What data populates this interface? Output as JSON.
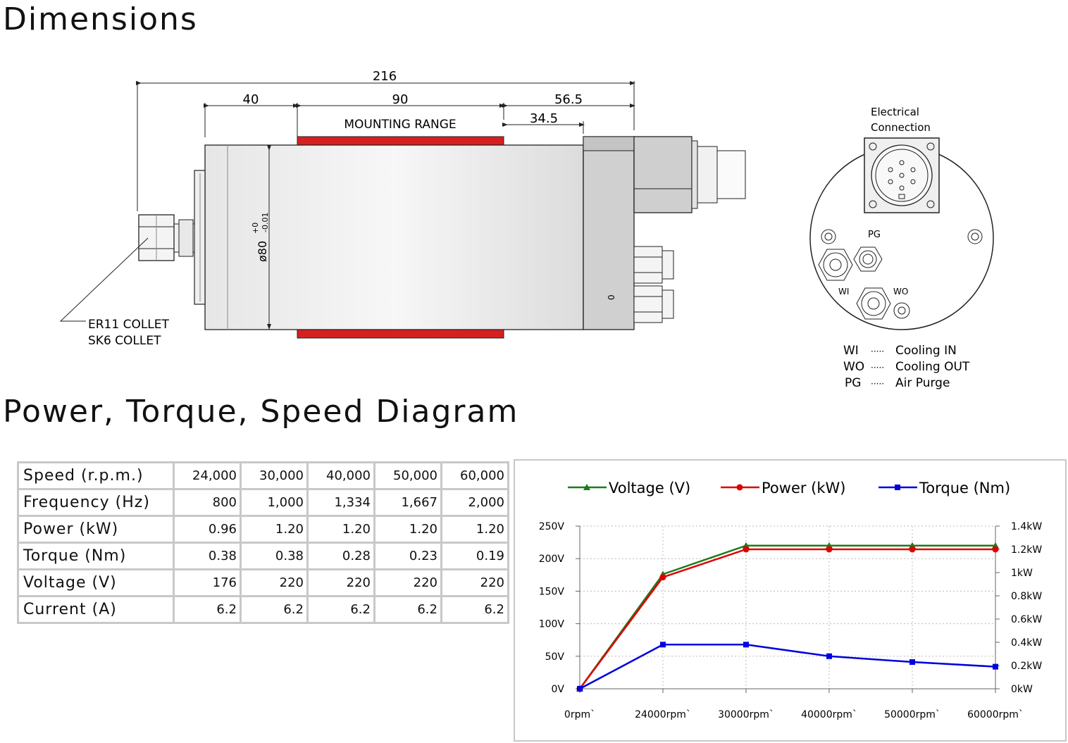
{
  "headings": {
    "dimensions": "Dimensions",
    "power_torque_speed": "Power, Torque, Speed Diagram"
  },
  "drawing": {
    "dim_216": "216",
    "dim_40": "40",
    "dim_90": "90",
    "dim_56_5": "56.5",
    "dim_34_5": "34.5",
    "mounting_range": "MOUNTING RANGE",
    "diameter_main": "ø80",
    "diameter_tol_upper": "+0",
    "diameter_tol_lower": "-0.01",
    "collet_line1": "ER11 COLLET",
    "collet_line2": "SK6 COLLET",
    "side_mark": "0"
  },
  "end_view": {
    "title_line1": "Electrical",
    "title_line2": "Connection",
    "pg": "PG",
    "wi": "WI",
    "wo": "WO",
    "legend": [
      {
        "code": "WI",
        "dots": "·····",
        "desc": "Cooling IN"
      },
      {
        "code": "WO",
        "dots": "·····",
        "desc": "Cooling OUT"
      },
      {
        "code": "PG",
        "dots": "·····",
        "desc": "Air Purge"
      }
    ]
  },
  "table": {
    "rows": [
      {
        "label": "Speed (r.p.m.)",
        "values": [
          "24,000",
          "30,000",
          "40,000",
          "50,000",
          "60,000"
        ]
      },
      {
        "label": "Frequency (Hz)",
        "values": [
          "800",
          "1,000",
          "1,334",
          "1,667",
          "2,000"
        ]
      },
      {
        "label": "Power (kW)",
        "values": [
          "0.96",
          "1.20",
          "1.20",
          "1.20",
          "1.20"
        ]
      },
      {
        "label": "Torque (Nm)",
        "values": [
          "0.38",
          "0.38",
          "0.28",
          "0.23",
          "0.19"
        ]
      },
      {
        "label": "Voltage (V)",
        "values": [
          "176",
          "220",
          "220",
          "220",
          "220"
        ]
      },
      {
        "label": "Current (A)",
        "values": [
          "6.2",
          "6.2",
          "6.2",
          "6.2",
          "6.2"
        ]
      }
    ]
  },
  "chart_data": {
    "type": "line",
    "categories": [
      "0rpm`",
      "24000rpm`",
      "30000rpm`",
      "40000rpm`",
      "50000rpm`",
      "60000rpm`"
    ],
    "y_left": {
      "ticks": [
        "0V",
        "50V",
        "100V",
        "150V",
        "200V",
        "250V"
      ],
      "ylim": [
        0,
        250
      ]
    },
    "y_right": {
      "ticks": [
        "0kW",
        "0.2kW",
        "0.4kW",
        "0.6kW",
        "0.8kW",
        "1kW",
        "1.2kW",
        "1.4kW"
      ],
      "ylim": [
        0,
        1.4
      ]
    },
    "series": [
      {
        "name": "Voltage (V)",
        "axis": "left",
        "color": "#1e7a1e",
        "marker": "triangle",
        "values": [
          0,
          176,
          220,
          220,
          220,
          220
        ]
      },
      {
        "name": "Power (kW)",
        "axis": "right",
        "color": "#e00000",
        "marker": "circle",
        "values": [
          0,
          0.96,
          1.2,
          1.2,
          1.2,
          1.2
        ]
      },
      {
        "name": "Torque (Nm)",
        "axis": "right",
        "color": "#0000e0",
        "marker": "square",
        "values": [
          0,
          0.38,
          0.38,
          0.28,
          0.23,
          0.19
        ]
      }
    ],
    "grid": true,
    "legend": "top"
  }
}
